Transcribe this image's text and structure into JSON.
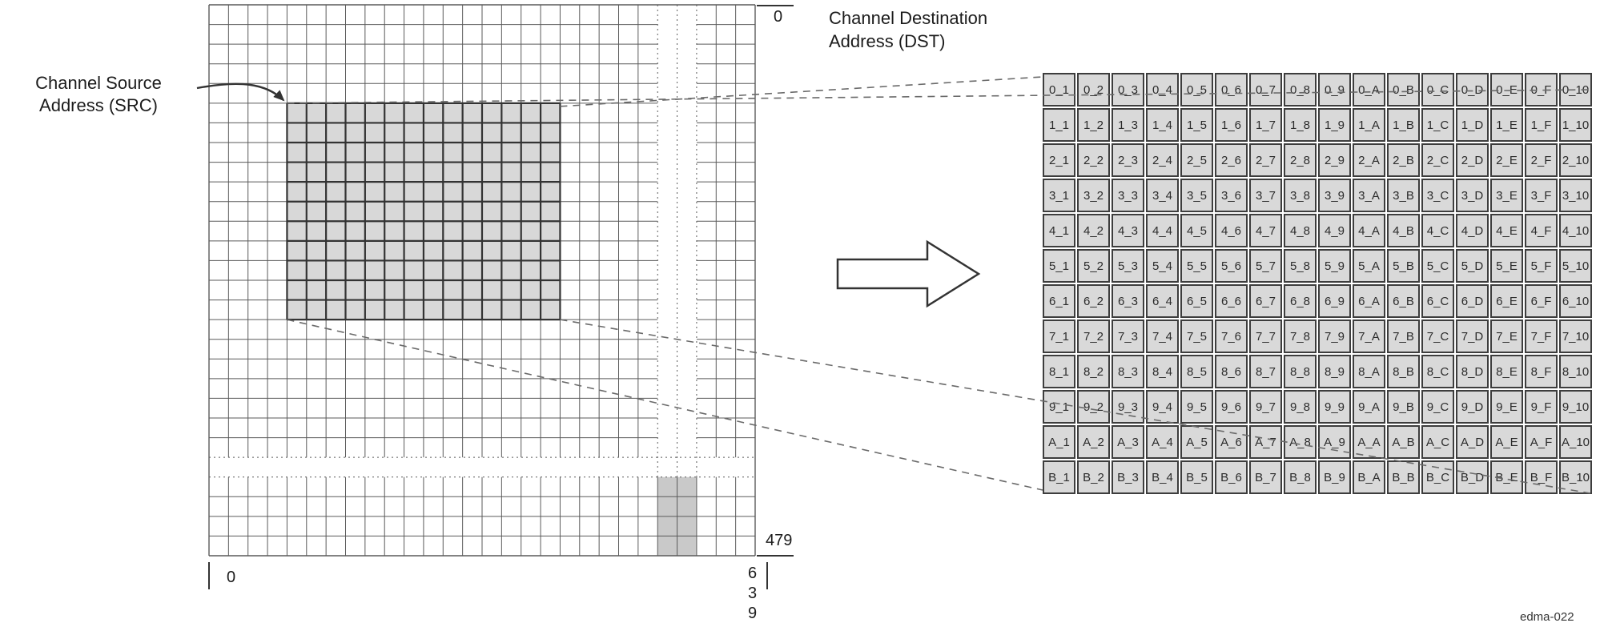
{
  "labels": {
    "source": {
      "line1": "Channel Source",
      "line2": "Address (SRC)"
    },
    "destination": {
      "line1": "Channel Destination",
      "line2": "Address (DST)"
    },
    "figure_id": "edma-022"
  },
  "frame": {
    "row_start": "0",
    "row_end": "479",
    "col_start": "0",
    "col_end_digits": [
      "6",
      "3",
      "9"
    ]
  },
  "dest_table": {
    "row_keys": [
      "0",
      "1",
      "2",
      "3",
      "4",
      "5",
      "6",
      "7",
      "8",
      "9",
      "A",
      "B"
    ],
    "col_keys": [
      "1",
      "2",
      "3",
      "4",
      "5",
      "6",
      "7",
      "8",
      "9",
      "A",
      "B",
      "C",
      "D",
      "E",
      "F",
      "10"
    ],
    "separator": "_"
  },
  "colors": {
    "line_dark": "#333333",
    "grid_line": "#5a5a5a",
    "dash_line": "#6a6a6a",
    "region_fill": "#d8d8d8",
    "cell_fill": "#d9d9d9",
    "strip_fill": "#c9c9c9"
  }
}
